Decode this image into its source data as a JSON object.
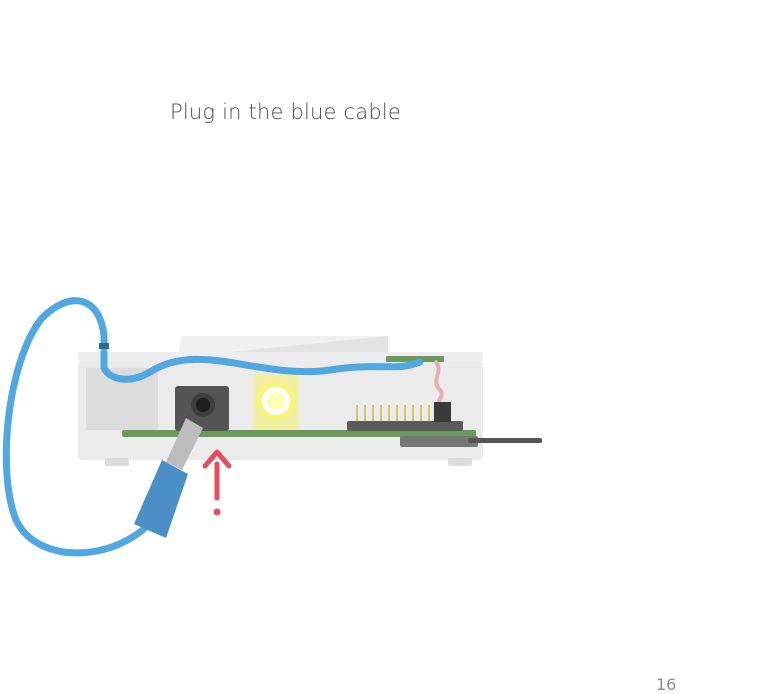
{
  "page": {
    "instruction": "Plug in the blue cable",
    "page_number": "16"
  },
  "icons": {
    "device": "device-enclosure-illustration",
    "cable": "blue-audio-cable-icon",
    "arrow": "insert-arrow-icon",
    "led": "glowing-led-icon"
  },
  "colors": {
    "cable": "#4fa8e2",
    "plug": "#4a8fc5",
    "arrow": "#e84a5f",
    "board": "#6a9a5c",
    "led": "#f4f26a",
    "enclosure": "#ececec",
    "text": "#4a4a4a",
    "page_number": "#8a8a8a"
  }
}
